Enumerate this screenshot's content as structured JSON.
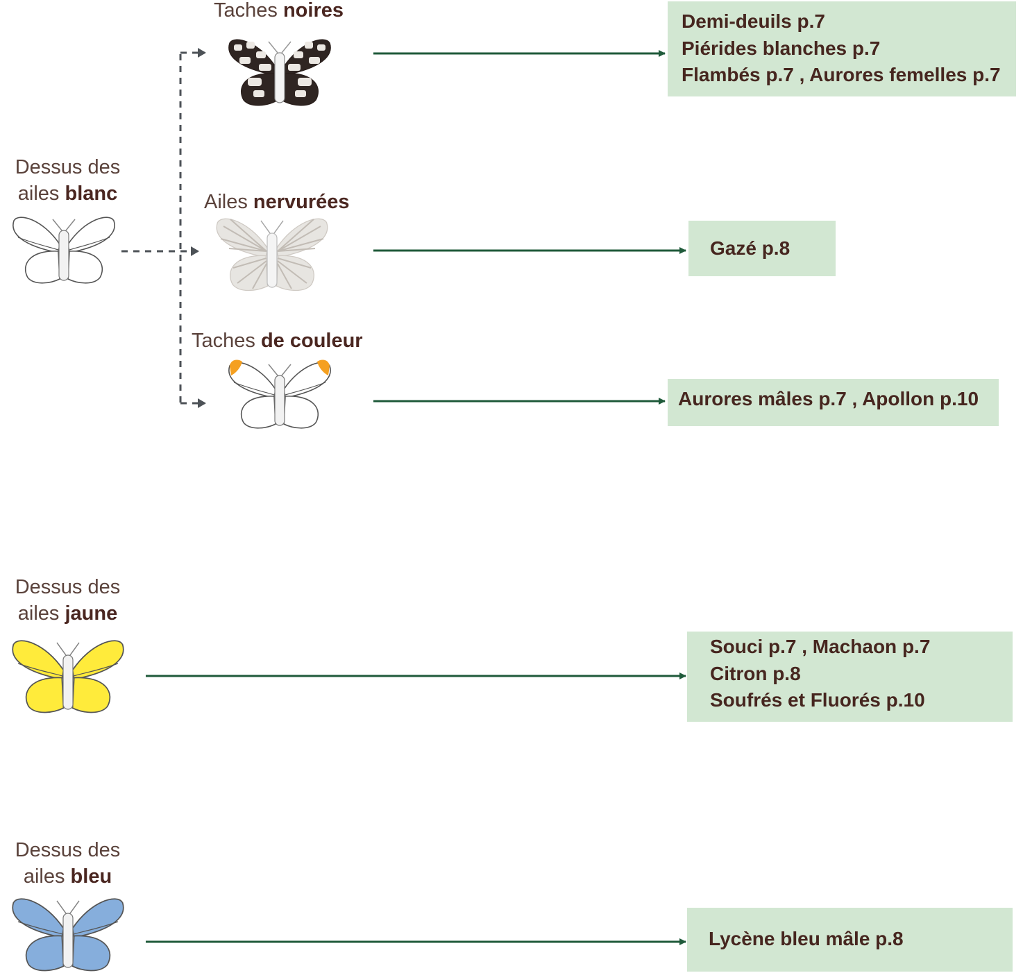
{
  "groups": [
    {
      "id": "blanc",
      "label_prefix": "Dessus des",
      "label_word": "ailes",
      "label_color": "blanc",
      "wing_color": "#ffffff",
      "branches": [
        {
          "label_plain": "Taches",
          "label_bold": "noires",
          "results": [
            "Demi-deuils p.7",
            "Piérides blanches p.7",
            "Flambés p.7 , Aurores femelles p.7"
          ]
        },
        {
          "label_plain": "Ailes",
          "label_bold": "nervurées",
          "results": [
            "Gazé p.8"
          ]
        },
        {
          "label_plain": "Taches",
          "label_bold": "de couleur",
          "results": [
            "Aurores mâles p.7 , Apollon p.10"
          ]
        }
      ]
    },
    {
      "id": "jaune",
      "label_prefix": "Dessus des",
      "label_word": "ailes",
      "label_color": "jaune",
      "wing_color": "#ffeb3b",
      "results": [
        "Souci p.7 , Machaon p.7",
        "Citron p.8",
        "Soufrés et Fluorés p.10"
      ]
    },
    {
      "id": "bleu",
      "label_prefix": "Dessus des",
      "label_word": "ailes",
      "label_color": "bleu",
      "wing_color": "#86aedc",
      "results": [
        "Lycène bleu mâle p.8"
      ]
    }
  ],
  "colors": {
    "arrow": "#1f5a3a",
    "dashed": "#4d5257",
    "result_bg": "#d2e7d2",
    "orange_tip": "#f5a020"
  }
}
